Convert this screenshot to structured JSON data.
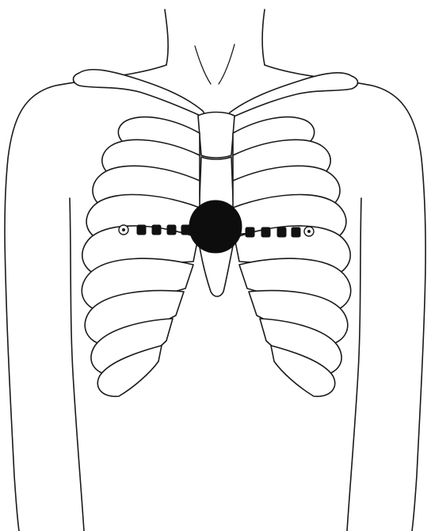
{
  "figure": {
    "subject": "torso-ribcage-sternal-electrode-placement",
    "colors": {
      "line": "#1a1a1a",
      "electrode": "#111111",
      "background": "#ffffff"
    }
  },
  "electrode": {
    "shape": "circle",
    "fill": "solid-black"
  },
  "left_array": {
    "contact_count": 4,
    "end_marker": "ring"
  },
  "right_array": {
    "contact_count": 4,
    "end_marker": "ring"
  }
}
